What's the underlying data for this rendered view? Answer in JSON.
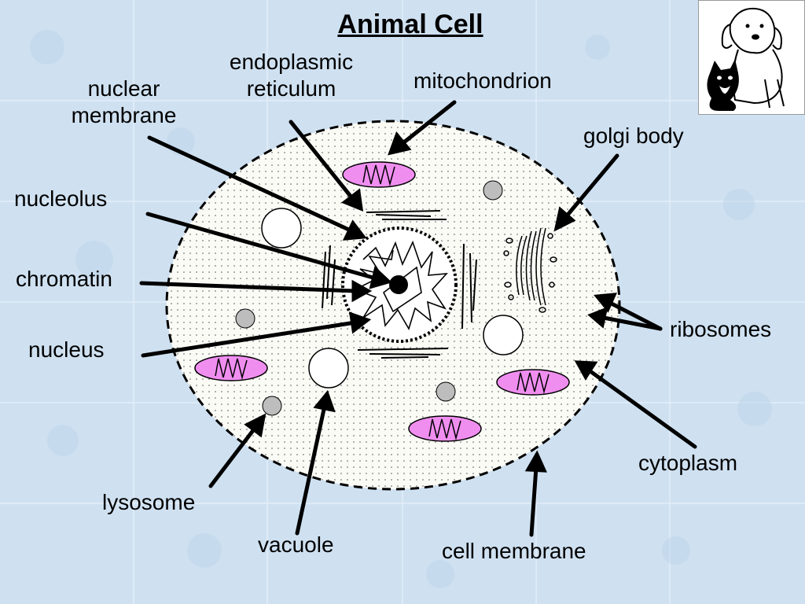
{
  "title": "Animal Cell",
  "labels": {
    "nuclear_membrane_1": "nuclear",
    "nuclear_membrane_2": "membrane",
    "endoplasmic_1": "endoplasmic",
    "endoplasmic_2": "reticulum",
    "mitochondrion": "mitochondrion",
    "golgi_body": "golgi body",
    "nucleolus": "nucleolus",
    "chromatin": "chromatin",
    "nucleus": "nucleus",
    "ribosomes": "ribosomes",
    "cytoplasm": "cytoplasm",
    "lysosome": "lysosome",
    "vacuole": "vacuole",
    "cell_membrane": "cell membrane"
  },
  "colors": {
    "background": "#cfe1f1",
    "mitochondrion_fill": "#f08ef0",
    "lysosome_fill": "#bdbdbd",
    "cell_fill": "#fbfbf6"
  },
  "icons": {
    "corner_image": "dog-and-cat-illustration"
  }
}
